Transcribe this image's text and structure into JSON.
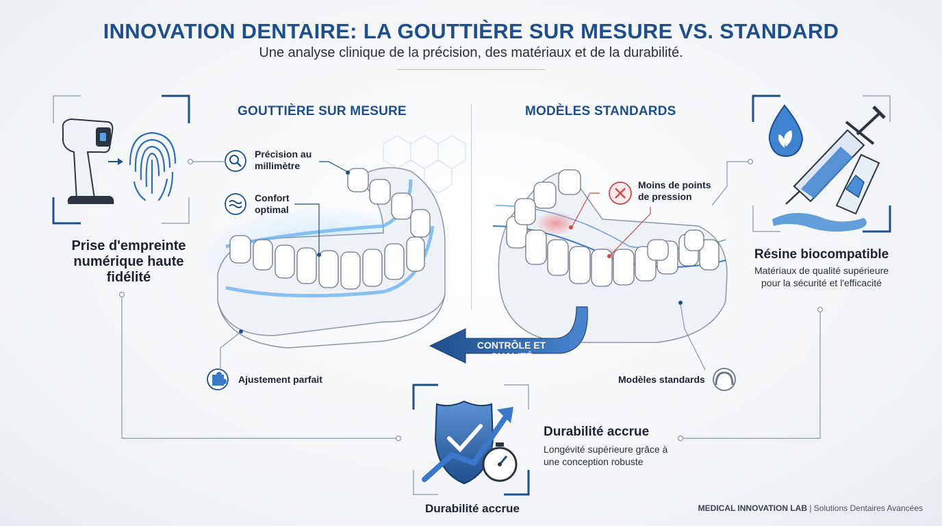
{
  "header": {
    "title": "INNOVATION DENTAIRE: LA GOUTTIÈRE SUR MESURE VS. STANDARD",
    "subtitle": "Une analyse clinique de la précision, des matériaux et de la durabilité."
  },
  "columns": {
    "custom": "GOUTTIÈRE SUR MESURE",
    "standard": "MODÈLES STANDARDS"
  },
  "left_panel": {
    "title": "Prise d'empreinte numérique haute fidélité"
  },
  "right_panel": {
    "title": "Résine biocompatible",
    "description": "Matériaux de qualité supérieure pour la sécurité et l'efficacité"
  },
  "callouts": {
    "precision": "Précision au millimètre",
    "confort": "Confort optimal",
    "ajustement": "Ajustement parfait",
    "pression": "Moins de points de pression",
    "standards": "Modèles standards"
  },
  "arrow_label": "CONTRÔLE ET QUALITÉ",
  "durability": {
    "title": "Durabilité accrue",
    "description": "Longévité supérieure grâce à une conception robuste",
    "bottom_label": "Durabilité accrue"
  },
  "footer": {
    "brand": "MEDICAL INNOVATION LAB",
    "tagline": "| Solutions Dentaires Avancées"
  },
  "colors": {
    "primary": "#1f4e8c",
    "accent": "#3a78c9",
    "glow": "#6fb4f0",
    "warning": "#d9534f"
  },
  "icons": [
    "scanner-icon",
    "fingerprint-icon",
    "magnifier-icon",
    "wave-icon",
    "puzzle-icon",
    "x-mark-icon",
    "arch-icon",
    "water-drop-leaf-icon",
    "syringe-icon",
    "crystal-vial-icon",
    "shield-check-icon",
    "stopwatch-icon",
    "arrow-left-icon"
  ]
}
